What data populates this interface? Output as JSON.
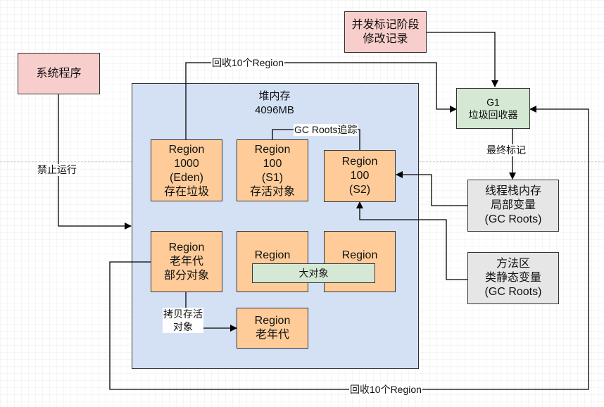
{
  "nodes": {
    "system_program": "系统程序",
    "concurrent_mark_record": [
      "并发标记阶段",
      "修改记录"
    ],
    "g1_collector": [
      "G1",
      "垃圾回收器"
    ],
    "heap": [
      "堆内存",
      "4096MB"
    ],
    "region_eden": [
      "Region",
      "1000",
      "(Eden)",
      "存在垃圾"
    ],
    "region_s1": [
      "Region",
      "100",
      "(S1)",
      "存活对象"
    ],
    "region_s2": [
      "Region",
      "100",
      "(S2)"
    ],
    "region_old_partial": [
      "Region",
      "老年代",
      "部分对象"
    ],
    "region_mid": "Region",
    "region_right": "Region",
    "large_object": "大对象",
    "region_old_target": [
      "Region",
      "老年代"
    ],
    "thread_stack_vars": [
      "线程栈内存",
      "局部变量",
      "(GC Roots)"
    ],
    "method_area_vars": [
      "方法区",
      "类静态变量",
      "(GC Roots)"
    ]
  },
  "edge_labels": {
    "reclaim_top": "回收10个Region",
    "reclaim_bottom": "回收10个Region",
    "gc_roots_trace": "GC Roots追踪",
    "final_mark": "最终标记",
    "stop_running": "禁止运行",
    "copy_live": [
      "拷贝存活",
      "对象"
    ]
  },
  "colors": {
    "pink": "#f8cecc",
    "green": "#d5e8d4",
    "gray": "#e6e6e6",
    "orange": "#ffcc99",
    "heap_blue": "#d4e1f5"
  }
}
